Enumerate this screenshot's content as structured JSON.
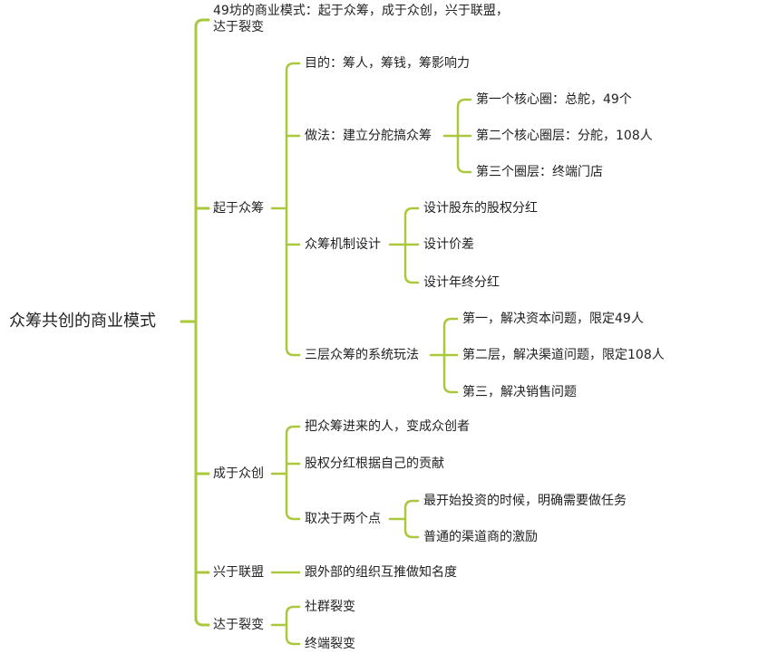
{
  "colors": {
    "line": "#a9c83b",
    "text": "#222222"
  },
  "root": "众筹共创的商业模式",
  "branches": {
    "intro": "49坊的商业模式：起于众筹，成于众创，兴于联盟，达于裂变",
    "b1": {
      "label": "起于众筹",
      "purpose": "目的：筹人，筹钱，筹影响力",
      "method": {
        "label": "做法：建立分舵搞众筹",
        "items": [
          "第一个核心圈：总舵，49个",
          "第二个核心圈层：分舵，108人",
          "第三个圈层：终端门店"
        ]
      },
      "mechanism": {
        "label": "众筹机制设计",
        "items": [
          "设计股东的股权分红",
          "设计价差",
          "设计年终分红"
        ]
      },
      "system": {
        "label": "三层众筹的系统玩法",
        "items": [
          "第一，解决资本问题，限定49人",
          "第二层，解决渠道问题，限定108人",
          "第三，解决销售问题"
        ]
      }
    },
    "b2": {
      "label": "成于众创",
      "items": [
        "把众筹进来的人，变成众创者",
        "股权分红根据自己的贡献"
      ],
      "depends": {
        "label": "取决于两个点",
        "items": [
          "最开始投资的时候，明确需要做任务",
          "普通的渠道商的激励"
        ]
      }
    },
    "b3": {
      "label": "兴于联盟",
      "item": "跟外部的组织互推做知名度"
    },
    "b4": {
      "label": "达于裂变",
      "items": [
        "社群裂变",
        "终端裂变"
      ]
    }
  }
}
